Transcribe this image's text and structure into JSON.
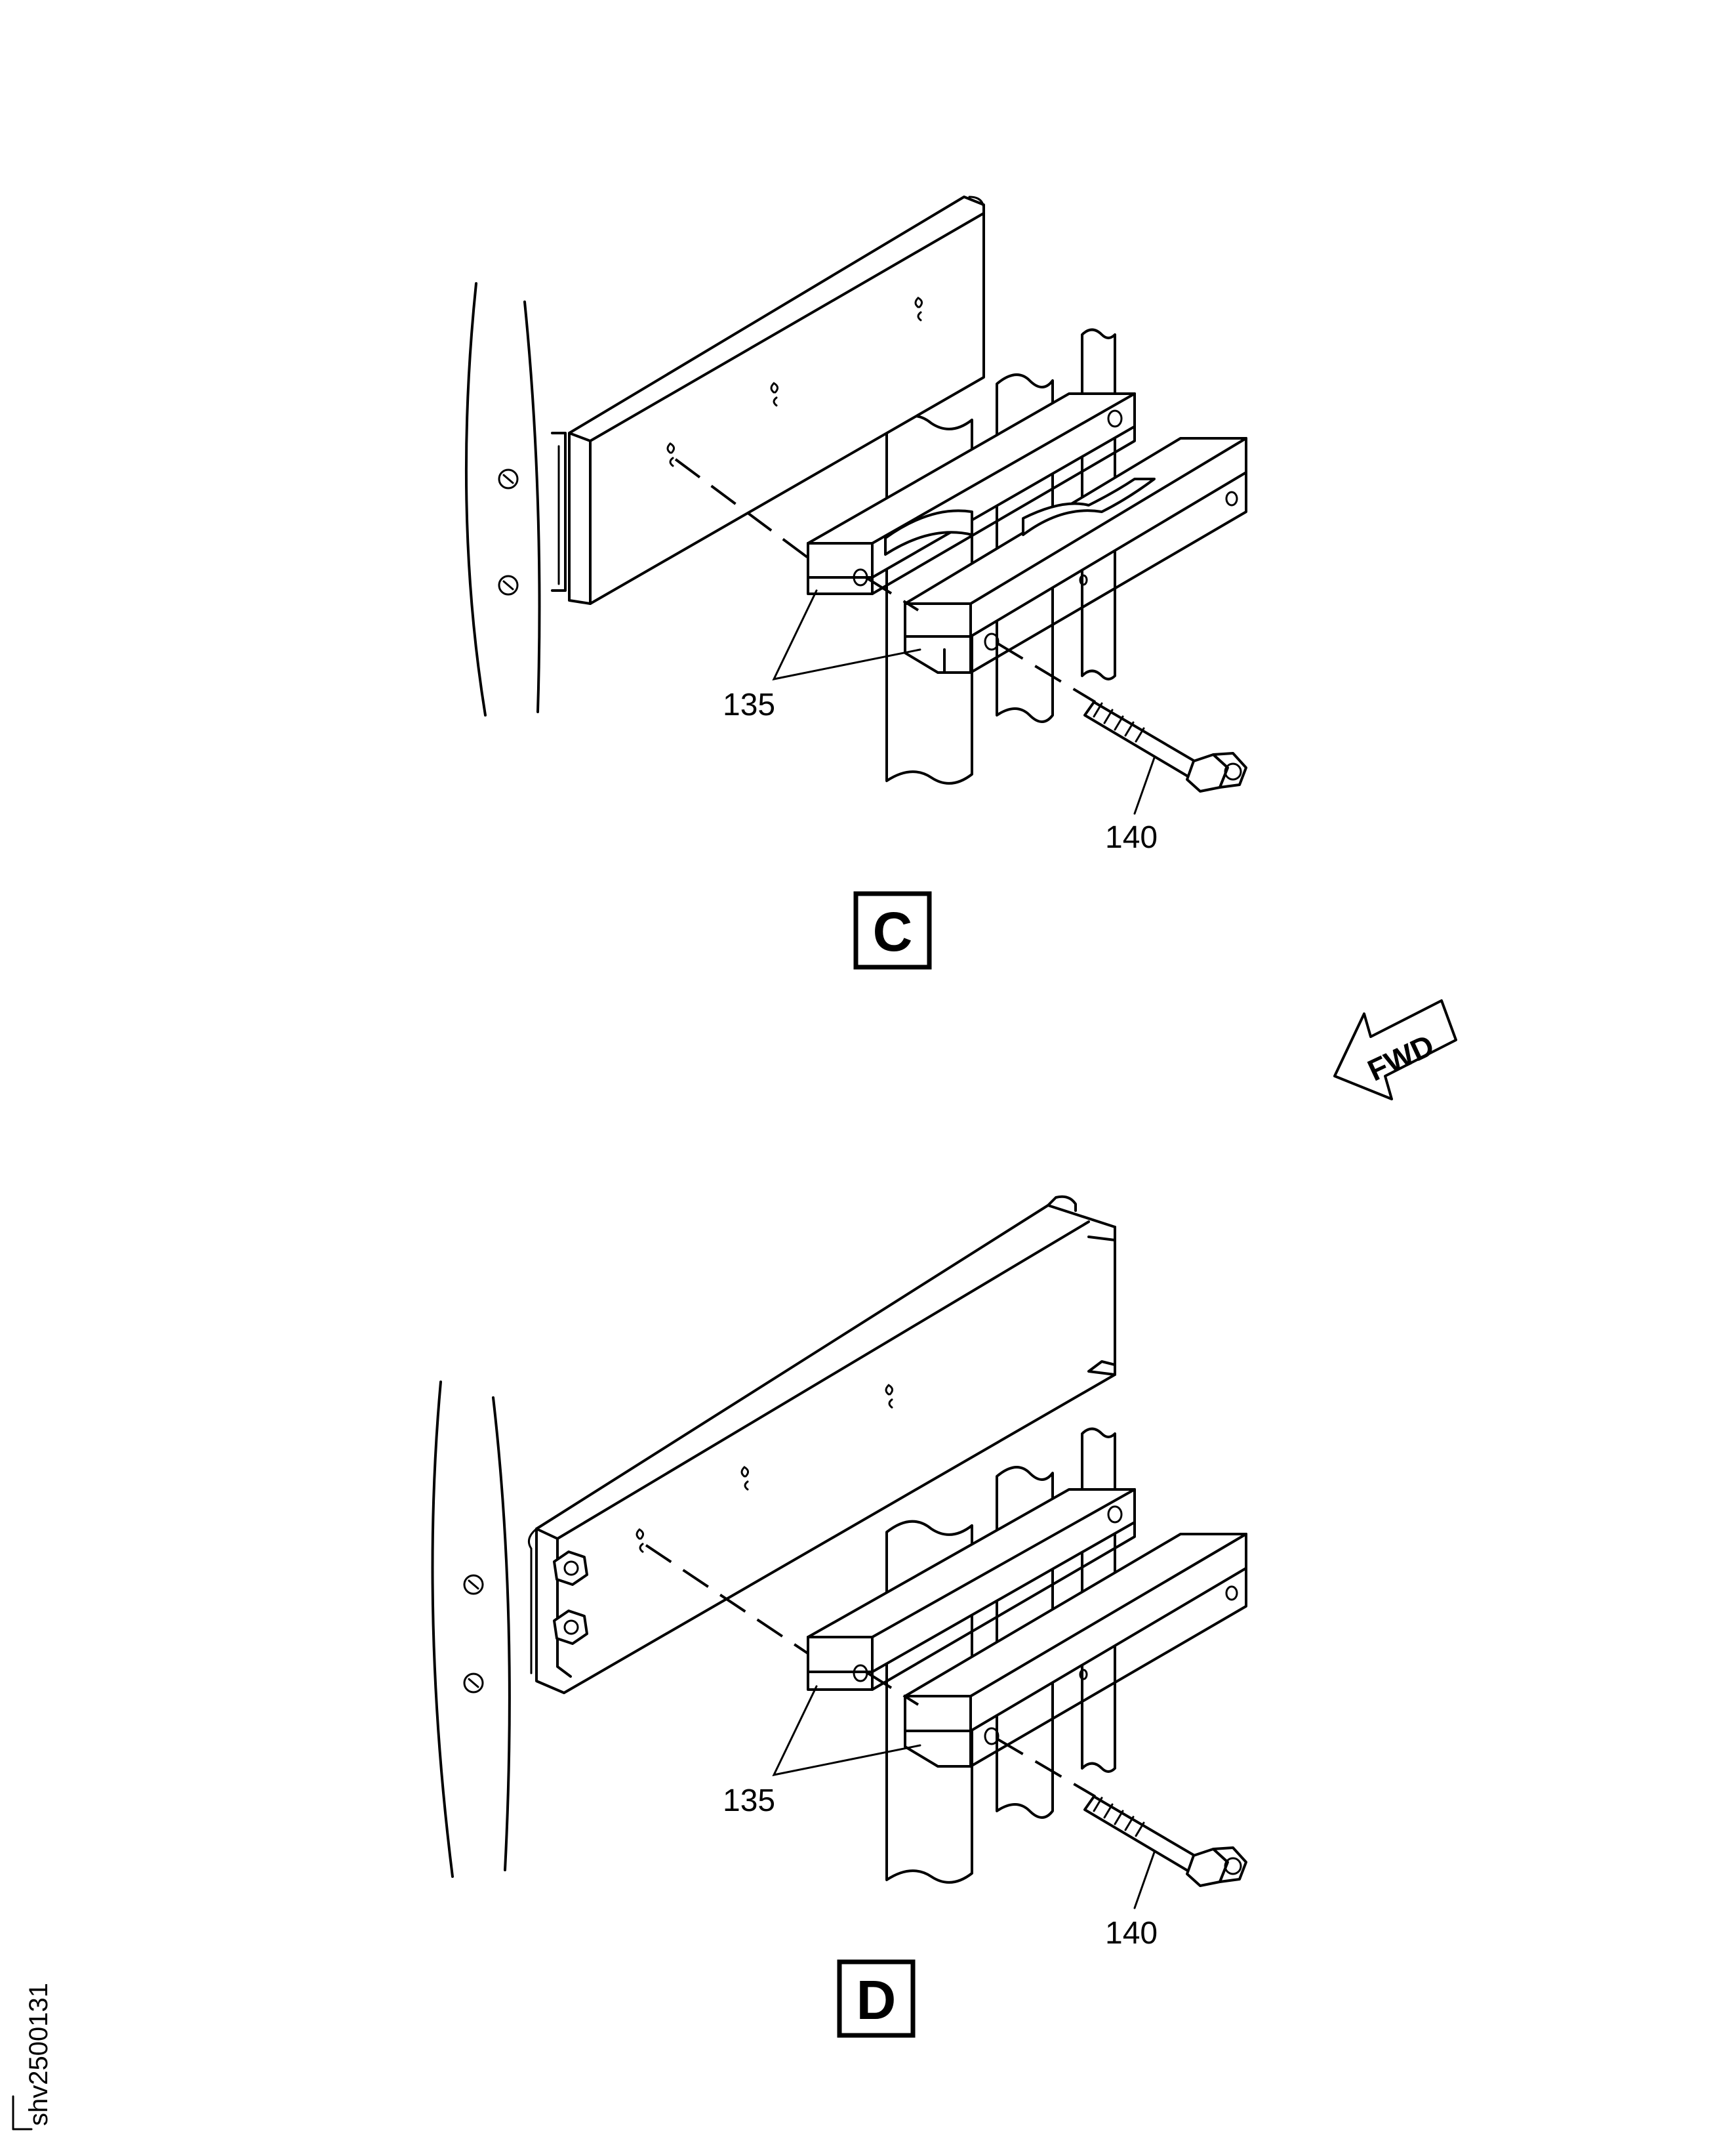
{
  "views": [
    {
      "letter": "C",
      "callouts": {
        "brackets": "135",
        "bolt": "140"
      }
    },
    {
      "letter": "D",
      "callouts": {
        "brackets": "135",
        "bolt": "140"
      }
    }
  ],
  "direction_arrow": {
    "label": "FWD"
  },
  "figure_id": "shv2500131"
}
